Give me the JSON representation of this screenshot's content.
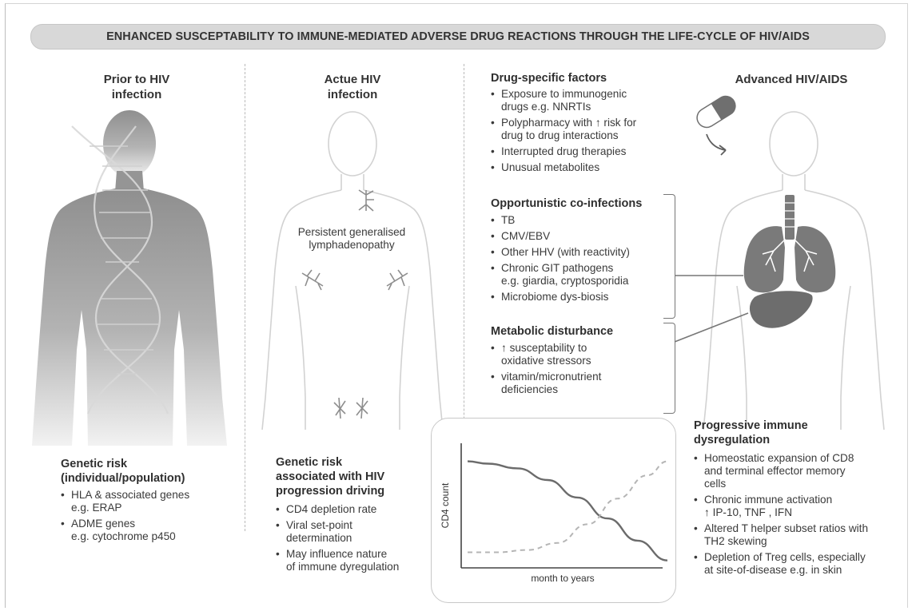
{
  "title": "ENHANCED SUSCEPTABILITY TO IMMUNE-MEDIATED ADVERSE DRUG REACTIONS THROUGH THE LIFE-CYCLE OF HIV/AIDS",
  "columns": {
    "prior": {
      "heading": [
        "Prior to HIV",
        "infection"
      ],
      "section_title": [
        "Genetic risk",
        "(individual/population)"
      ],
      "bullets": [
        [
          "HLA & associated genes",
          "e.g. ERAP"
        ],
        [
          "ADME genes",
          "e.g. cytochrome p450"
        ]
      ]
    },
    "acute": {
      "heading": [
        "Actue HIV",
        "infection"
      ],
      "node_label": [
        "Persistent generalised",
        "lymphadenopathy"
      ],
      "section_title": [
        "Genetic risk",
        "associated with HIV",
        "progression driving"
      ],
      "bullets": [
        [
          "CD4 depletion rate"
        ],
        [
          "Viral set-point",
          "determination"
        ],
        [
          "May influence nature",
          "of immune dyregulation"
        ]
      ]
    },
    "factors": {
      "drug": {
        "title": "Drug-specific factors",
        "bullets": [
          [
            "Exposure to immunogenic",
            "drugs e.g. NNRTIs"
          ],
          [
            "Polypharmacy with ↑ risk for",
            "drug to drug interactions"
          ],
          [
            "Interrupted drug therapies"
          ],
          [
            "Unusual metabolites"
          ]
        ]
      },
      "opportunistic": {
        "title": "Opportunistic co-infections",
        "bullets": [
          [
            "TB"
          ],
          [
            "CMV/EBV"
          ],
          [
            "Other HHV (with reactivity)"
          ],
          [
            "Chronic GIT pathogens",
            "e.g. giardia, cryptosporidia"
          ],
          [
            "Microbiome dys-biosis"
          ]
        ]
      },
      "metabolic": {
        "title": "Metabolic disturbance",
        "bullets": [
          [
            "↑ susceptability to",
            "oxidative stressors"
          ],
          [
            "vitamin/micronutrient",
            "deficiencies"
          ]
        ]
      }
    },
    "advanced": {
      "heading": [
        "Advanced HIV/AIDS"
      ],
      "section_title": [
        "Progressive immune",
        "dysregulation"
      ],
      "bullets": [
        [
          "Homeostatic expansion of CD8",
          "and terminal effector memory",
          "cells"
        ],
        [
          "Chronic immune activation",
          "↑ IP-10, TNF   , IFN"
        ],
        [
          "Altered T helper subset ratios with",
          "TH2 skewing"
        ],
        [
          "Depletion of Treg cells, especially",
          "at site-of-disease e.g. in skin"
        ]
      ]
    }
  },
  "chart": {
    "ylabel": "CD4 count",
    "xlabel": "month to years"
  },
  "colors": {
    "banner": "#d8d8d8",
    "figure_dark": "#9a9a9a",
    "organ": "#7a7a7a",
    "text": "#333333"
  },
  "chart_data": {
    "type": "line",
    "xlabel": "month to years",
    "ylabel": "CD4 count",
    "series": [
      {
        "style": "solid",
        "x": [
          0,
          0.1,
          0.25,
          0.4,
          0.55,
          0.7,
          0.85,
          1.0
        ],
        "values": [
          0.9,
          0.88,
          0.84,
          0.74,
          0.59,
          0.41,
          0.22,
          0.05
        ]
      },
      {
        "style": "dashed",
        "x": [
          0,
          0.15,
          0.3,
          0.45,
          0.6,
          0.75,
          0.9,
          1.0
        ],
        "values": [
          0.12,
          0.12,
          0.14,
          0.2,
          0.36,
          0.58,
          0.78,
          0.9
        ]
      }
    ]
  }
}
